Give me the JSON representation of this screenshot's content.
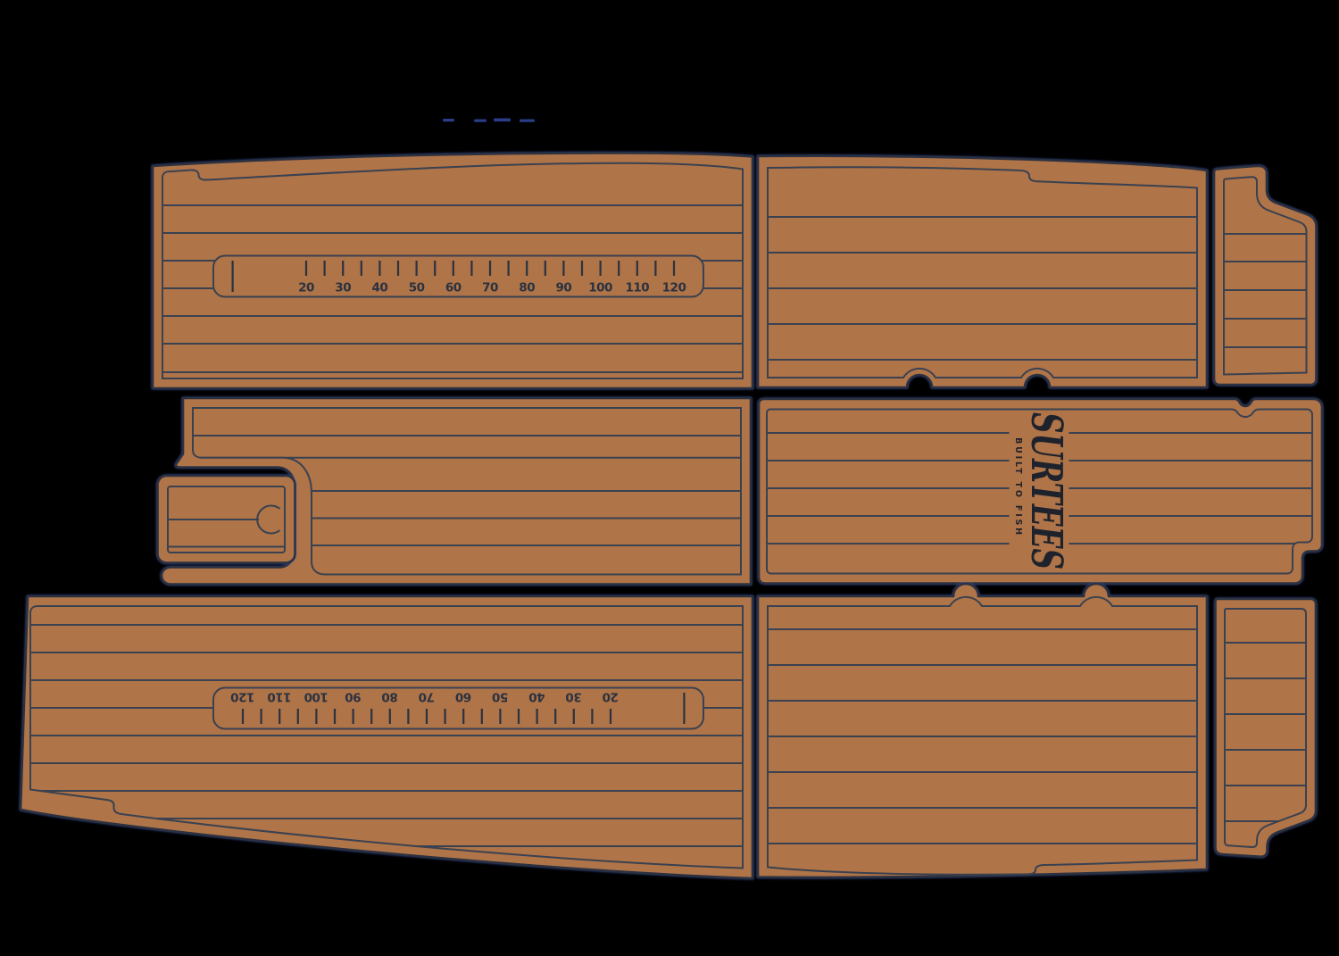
{
  "background_color": "#000000",
  "pad_color": "#af7448",
  "groove_color": "#3a4150",
  "outline_color": "#2b3140",
  "glow_color": "#4868d4",
  "logo": {
    "name": "SURTEES",
    "tagline": "BUILT TO FISH",
    "color": "#1e222c"
  },
  "ruler": {
    "text_color": "#2b3240",
    "unit_min": 20,
    "unit_max": 120,
    "tick_step": 5,
    "label_step": 10,
    "labels": [
      "20",
      "30",
      "40",
      "50",
      "60",
      "70",
      "80",
      "90",
      "100",
      "110",
      "120"
    ],
    "has_zero_tick": true
  },
  "panels": [
    {
      "name": "top-left-deck-pad",
      "feature": "fish-ruler"
    },
    {
      "name": "top-middle-deck-pad",
      "feature": "two-bottom-notches"
    },
    {
      "name": "top-right-corner-pad",
      "feature": "stepped-corner"
    },
    {
      "name": "middle-left-deck-pad",
      "feature": "hatch-cutout"
    },
    {
      "name": "small-hatch-pad",
      "feature": "cup-cutout"
    },
    {
      "name": "middle-right-deck-pad",
      "feature": "logo"
    },
    {
      "name": "bottom-left-deck-pad",
      "feature": "fish-ruler-inverted"
    },
    {
      "name": "bottom-middle-deck-pad",
      "feature": "two-top-notches"
    },
    {
      "name": "bottom-right-corner-pad",
      "feature": "stepped-corner"
    }
  ]
}
